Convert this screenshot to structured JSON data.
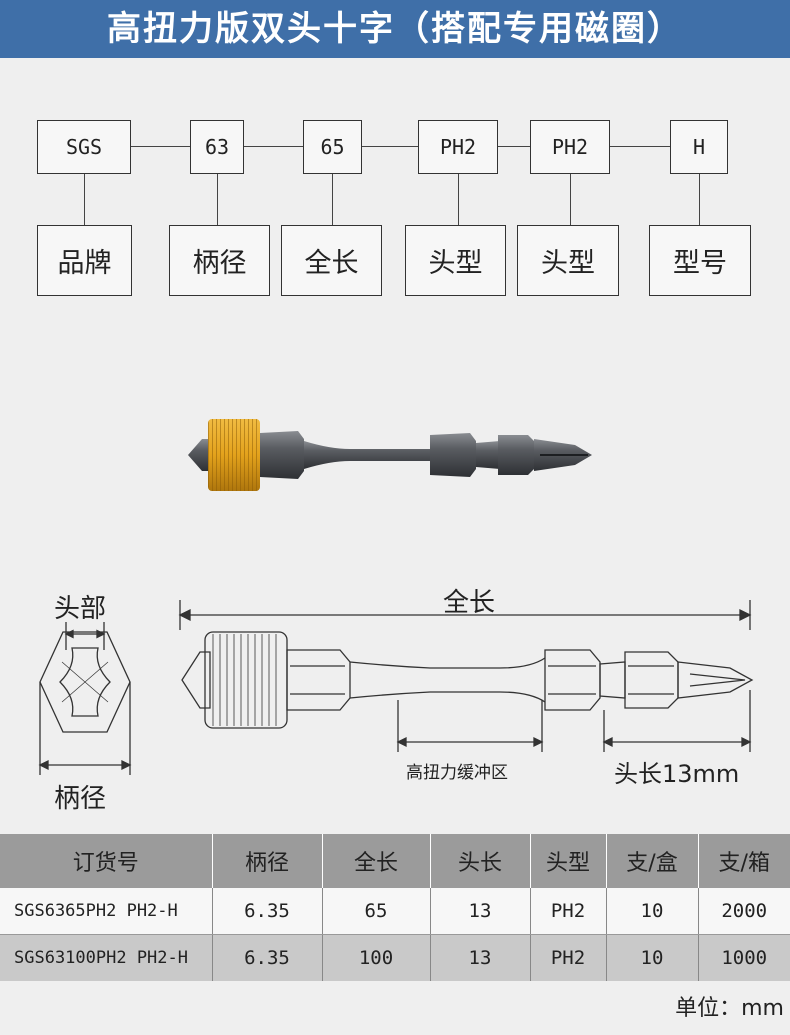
{
  "title": "高扭力版双头十字（搭配专用磁圈）",
  "codes": [
    "SGS",
    "63",
    "65",
    "PH2",
    "PH2",
    "H"
  ],
  "labels": [
    "品牌",
    "柄径",
    "全长",
    "头型",
    "头型",
    "型号"
  ],
  "diagram": {
    "head_label": "头部",
    "shank_label": "柄径",
    "length_label": "全长",
    "buffer_label": "高扭力缓冲区",
    "tip_label": "头长13mm"
  },
  "table": {
    "headers": [
      "订货号",
      "柄径",
      "全长",
      "头长",
      "头型",
      "支/盒",
      "支/箱"
    ],
    "rows": [
      [
        "SGS6365PH2 PH2-H",
        "6.35",
        "65",
        "13",
        "PH2",
        "10",
        "2000"
      ],
      [
        "SGS63100PH2 PH2-H",
        "6.35",
        "100",
        "13",
        "PH2",
        "10",
        "1000"
      ]
    ]
  },
  "unit_note": "单位：mm",
  "colors": {
    "title_bg": "#3f6fa8",
    "collar_gold": "#e3a21c",
    "bit_gray": "#4a4d52"
  }
}
